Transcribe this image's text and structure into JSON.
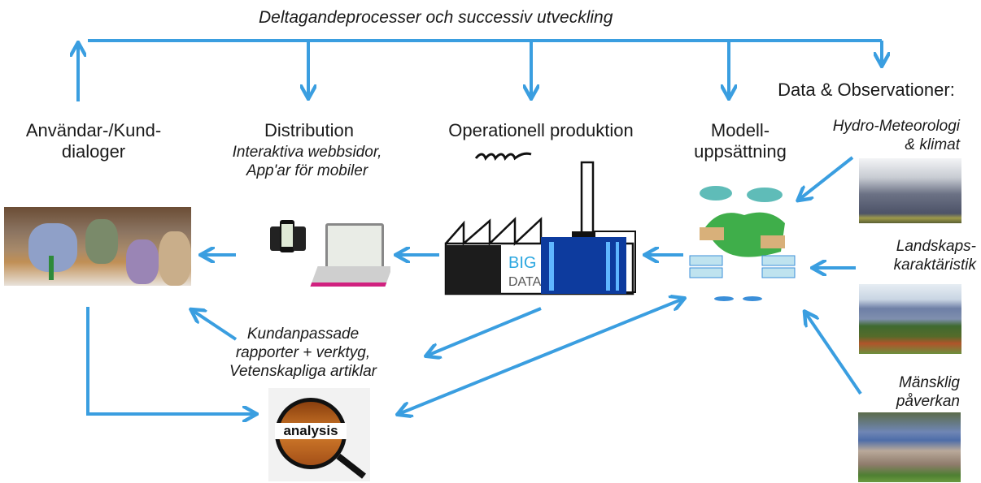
{
  "diagram": {
    "title": "Deltagandeprocesser och successiv utveckling",
    "colors": {
      "arrow": "#3a9ee0",
      "text": "#1a1a1a",
      "laptop_trim": "#d0217f"
    },
    "nodes": {
      "users": {
        "title_line1": "Användar-/Kund-",
        "title_line2": "dialoger",
        "image": "meeting-photo"
      },
      "distribution": {
        "title": "Distribution",
        "subtitle_line1": "Interaktiva webbsidor,",
        "subtitle_line2": "App'ar för mobiler",
        "image": "phones-laptop-illustration"
      },
      "production": {
        "title": "Operationell  produktion",
        "image": "factory-bigdata-illustration",
        "bigdata_line1": "BIG",
        "bigdata_line2": "DATA"
      },
      "model": {
        "title_line1": "Modell-",
        "title_line2": "uppsättning",
        "image": "hydrological-model-illustration"
      },
      "data": {
        "title": "Data & Observationer:",
        "inputs": [
          {
            "label_line1": "Hydro-Meteorologi",
            "label_line2": "& klimat",
            "image": "storm-clouds-photo"
          },
          {
            "label_line1": "Landskaps-",
            "label_line2": "karaktäristik",
            "image": "landscape-photo"
          },
          {
            "label_line1": "Mänsklig",
            "label_line2": "påverkan",
            "image": "dam-photo"
          }
        ]
      },
      "reports": {
        "line1": "Kundanpassade",
        "line2": "rapporter + verktyg,",
        "line3": "Vetenskapliga artiklar",
        "image": "analysis-magnifier",
        "magnifier_text": "analysis"
      }
    }
  }
}
